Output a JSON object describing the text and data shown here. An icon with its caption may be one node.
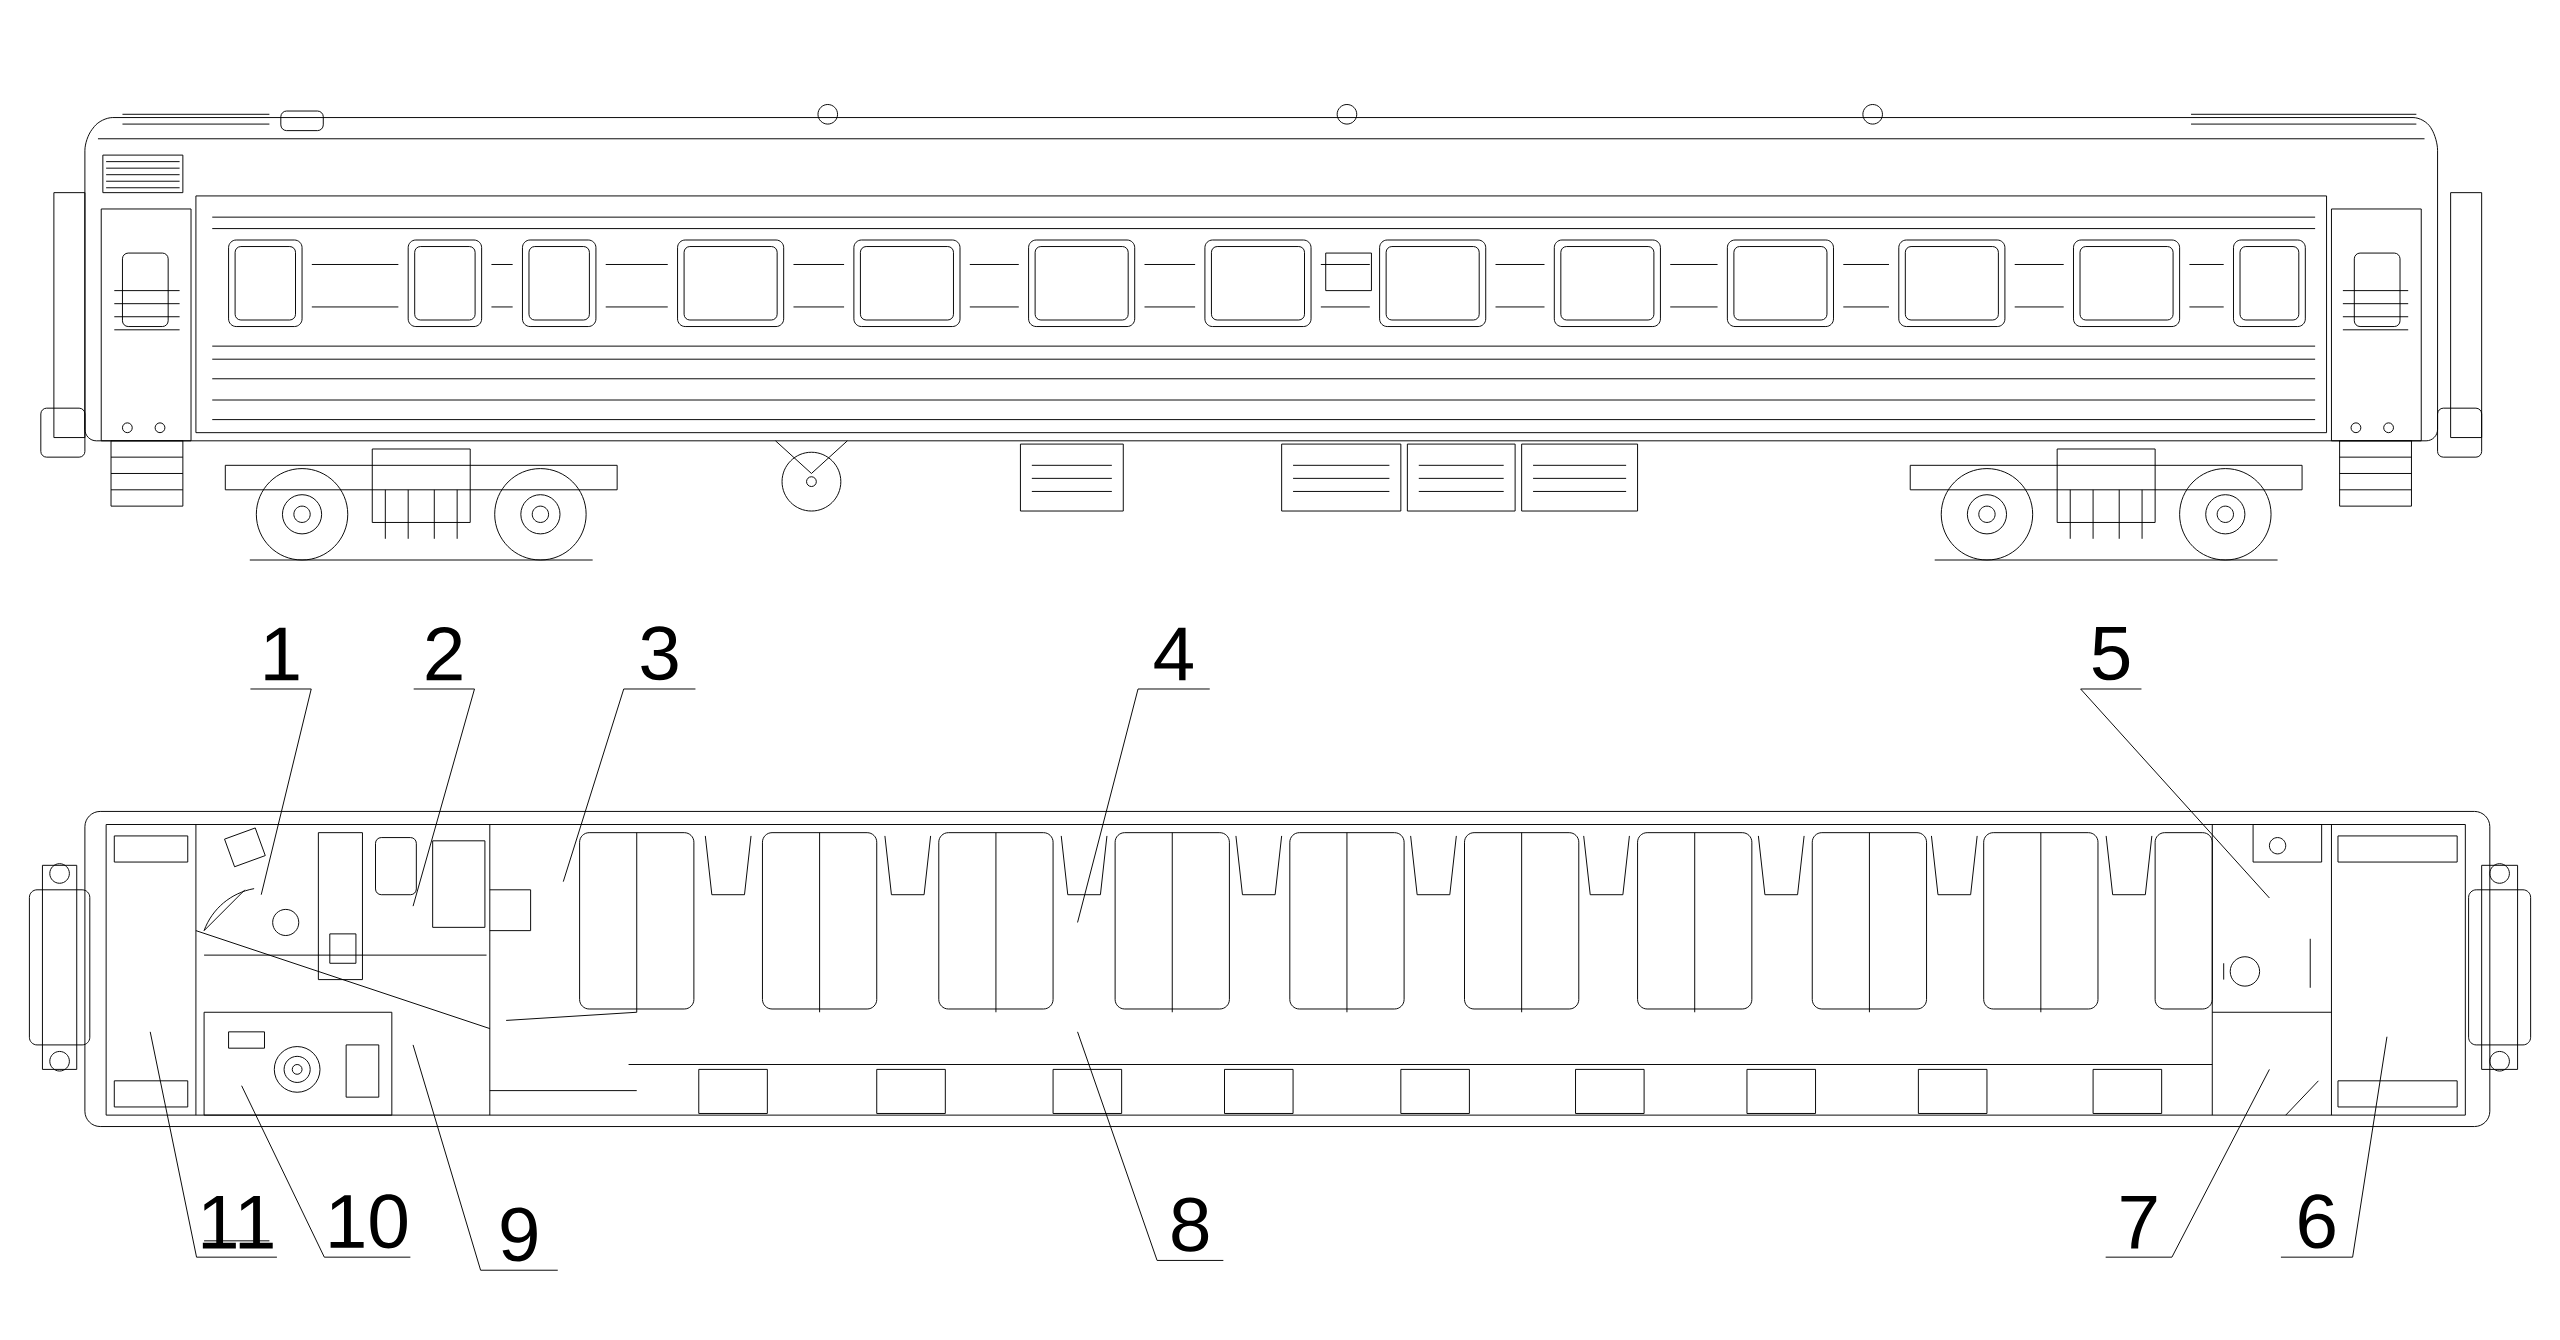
{
  "diagram": {
    "nodes": [
      {
        "text": [
          "1"
        ]
      },
      {
        "text": [
          "2"
        ]
      },
      {
        "text": [
          "3"
        ]
      },
      {
        "text": [
          "4"
        ]
      },
      {
        "text": [
          "5"
        ]
      },
      {
        "text": [
          "11"
        ]
      },
      {
        "text": [
          "10"
        ]
      },
      {
        "text": [
          "9"
        ]
      },
      {
        "text": [
          "8"
        ]
      },
      {
        "text": [
          "7"
        ]
      },
      {
        "text": [
          "6"
        ]
      }
    ],
    "edges": [
      {
        "from": 0,
        "to": null,
        "arrow": "none"
      },
      {
        "from": 1,
        "to": null,
        "arrow": "none"
      },
      {
        "from": 2,
        "to": null,
        "arrow": "none"
      },
      {
        "from": 3,
        "to": null,
        "arrow": "none"
      },
      {
        "from": 4,
        "to": null,
        "arrow": "none"
      },
      {
        "from": 5,
        "to": null,
        "arrow": "none"
      },
      {
        "from": 6,
        "to": null,
        "arrow": "none"
      },
      {
        "from": 7,
        "to": null,
        "arrow": "none"
      },
      {
        "from": 8,
        "to": null,
        "arrow": "none"
      },
      {
        "from": 9,
        "to": null,
        "arrow": "none"
      },
      {
        "from": 10,
        "to": null,
        "arrow": "none"
      }
    ]
  }
}
